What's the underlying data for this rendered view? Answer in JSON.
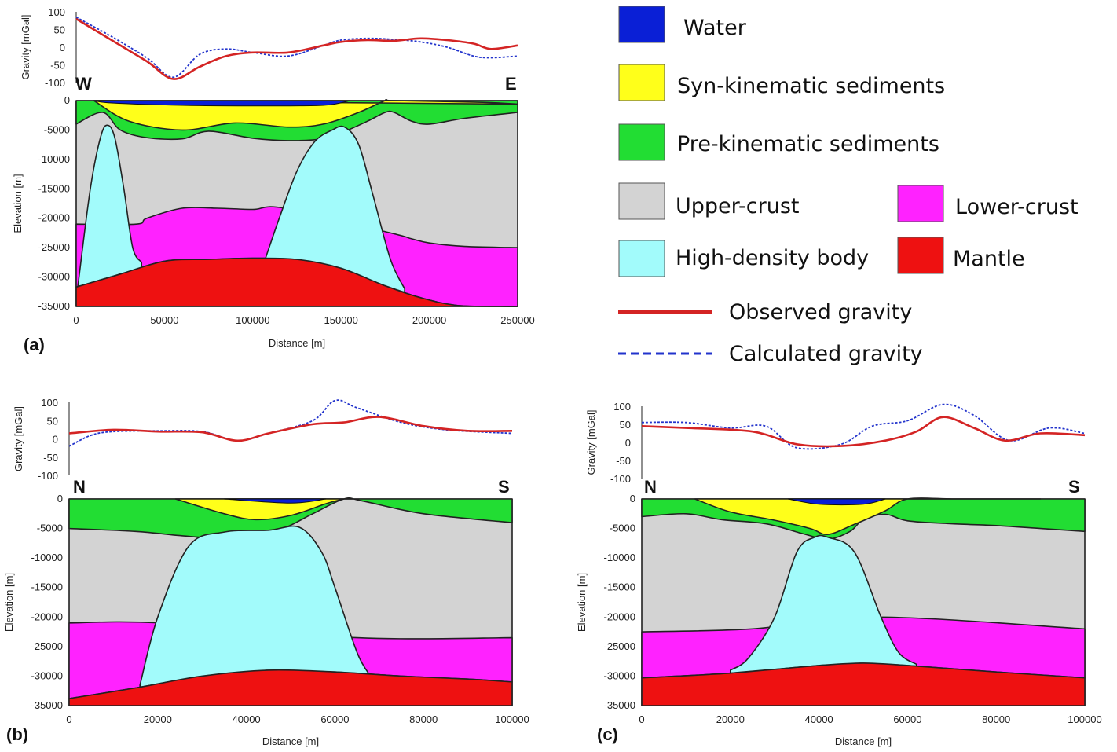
{
  "colors": {
    "water": "#0a1fd6",
    "syn": "#ffff1a",
    "pre": "#22dd33",
    "upper": "#d3d3d3",
    "hdb": "#a2fbfb",
    "lower": "#ff22ff",
    "mantle": "#ee1111",
    "observed": "#d42424",
    "calculated": "#2233cc"
  },
  "legend": {
    "water": "Water",
    "syn": "Syn-kinematic sediments",
    "pre": "Pre-kinematic sediments",
    "upper": "Upper-crust",
    "lower": "Lower-crust",
    "hdb": "High-density body",
    "mantle": "Mantle",
    "observed": "Observed gravity",
    "calculated": "Calculated gravity"
  },
  "chart_data": [
    {
      "id": "a",
      "panel_label": "(a)",
      "type": "area",
      "dir_left": "W",
      "dir_right": "E",
      "xlabel": "Distance [m]",
      "ylabel_elev": "Elevation [m]",
      "ylabel_grav": "Gravity [mGal]",
      "xlim": [
        0,
        250000
      ],
      "ylim_elev": [
        -35000,
        0
      ],
      "ylim_grav": [
        -100,
        100
      ],
      "x_ticks": [
        0,
        50000,
        100000,
        150000,
        200000,
        250000
      ],
      "elev_ticks": [
        0,
        -5000,
        -10000,
        -15000,
        -20000,
        -25000,
        -30000,
        -35000
      ],
      "grav_ticks": [
        100,
        50,
        0,
        -50,
        -100
      ],
      "gravity": {
        "observed": {
          "x": [
            0,
            20000,
            40000,
            55000,
            70000,
            85000,
            100000,
            120000,
            140000,
            150000,
            165000,
            180000,
            195000,
            210000,
            225000,
            235000,
            250000
          ],
          "y": [
            80,
            20,
            -40,
            -90,
            -55,
            -25,
            -15,
            -15,
            5,
            15,
            20,
            18,
            25,
            20,
            10,
            -5,
            5
          ]
        },
        "calculated": {
          "x": [
            0,
            20000,
            40000,
            55000,
            70000,
            85000,
            100000,
            120000,
            140000,
            150000,
            165000,
            180000,
            195000,
            210000,
            225000,
            235000,
            250000
          ],
          "y": [
            85,
            30,
            -30,
            -85,
            -20,
            -5,
            -15,
            -25,
            5,
            20,
            25,
            22,
            15,
            0,
            -25,
            -30,
            -25
          ]
        }
      },
      "layers": {
        "water": {
          "top": {
            "x": [
              0,
              250000
            ],
            "y": [
              0,
              0
            ]
          },
          "bottom": {
            "x": [
              10000,
              20000,
              60000,
              100000,
              140000,
              155000
            ],
            "y": [
              0,
              -400,
              -800,
              -900,
              -800,
              0
            ]
          }
        },
        "syn": {
          "top": {
            "x": [
              10000,
              155000,
              250000
            ],
            "y": [
              0,
              0,
              0
            ]
          },
          "bottom": {
            "x": [
              10000,
              30000,
              60000,
              90000,
              120000,
              140000,
              160000,
              175000,
              180000,
              230000,
              250000
            ],
            "y": [
              0,
              -3500,
              -5000,
              -3800,
              -4500,
              -4000,
              -2000,
              0,
              0,
              -300,
              -600
            ]
          }
        },
        "pre": {
          "bottom": {
            "x": [
              0,
              15000,
              25000,
              40000,
              60000,
              75000,
              100000,
              120000,
              140000,
              150000,
              165000,
              175000,
              180000,
              190000,
              200000,
              220000,
              250000
            ],
            "y": [
              -4000,
              -2000,
              -5000,
              -6300,
              -6500,
              -5200,
              -6400,
              -6800,
              -6500,
              -5500,
              -3500,
              -2000,
              -2000,
              -3500,
              -4000,
              -3000,
              -2000
            ]
          }
        },
        "hdb": [
          {
            "x": [
              1000,
              8000,
              14000,
              18000,
              22000,
              27000,
              32000,
              37000
            ],
            "y": [
              -31500,
              -15000,
              -6000,
              -4200,
              -6500,
              -15000,
              -25000,
              -27500
            ]
          },
          {
            "x": [
              107000,
              115000,
              125000,
              135000,
              145000,
              152000,
              160000,
              168000,
              178000,
              186000
            ],
            "y": [
              -27000,
              -20000,
              -12000,
              -7000,
              -5000,
              -4500,
              -7500,
              -16000,
              -27000,
              -32000
            ]
          }
        ],
        "lower_top": {
          "x": [
            0,
            34000,
            40000,
            60000,
            80000,
            100000,
            118000,
            178000,
            190000,
            200000,
            220000,
            250000
          ],
          "y": [
            -21000,
            -21000,
            -20000,
            -18300,
            -18300,
            -18500,
            -18300,
            -22500,
            -23500,
            -24200,
            -24800,
            -25000
          ]
        },
        "mantle_top": {
          "x": [
            0,
            25000,
            50000,
            75000,
            100000,
            125000,
            150000,
            175000,
            195000,
            215000,
            240000,
            250000
          ],
          "y": [
            -31700,
            -29500,
            -27300,
            -27000,
            -26800,
            -27000,
            -28500,
            -31500,
            -33500,
            -34800,
            -35000,
            -35000
          ]
        }
      }
    },
    {
      "id": "b",
      "panel_label": "(b)",
      "type": "area",
      "dir_left": "N",
      "dir_right": "S",
      "xlabel": "Distance [m]",
      "ylabel_elev": "Elevation [m]",
      "ylabel_grav": "Gravity [mGal]",
      "xlim": [
        0,
        100000
      ],
      "ylim_elev": [
        -35000,
        0
      ],
      "ylim_grav": [
        -100,
        100
      ],
      "x_ticks": [
        0,
        20000,
        40000,
        60000,
        80000,
        100000
      ],
      "elev_ticks": [
        0,
        -5000,
        -10000,
        -15000,
        -20000,
        -25000,
        -30000,
        -35000
      ],
      "grav_ticks": [
        100,
        50,
        0,
        -50,
        -100
      ],
      "gravity": {
        "observed": {
          "x": [
            0,
            10000,
            20000,
            30000,
            38000,
            45000,
            55000,
            62000,
            70000,
            80000,
            90000,
            100000
          ],
          "y": [
            15,
            25,
            20,
            18,
            -5,
            15,
            40,
            45,
            60,
            35,
            22,
            22
          ]
        },
        "calculated": {
          "x": [
            0,
            5000,
            10000,
            20000,
            30000,
            38000,
            45000,
            55000,
            60000,
            65000,
            75000,
            85000,
            100000
          ],
          "y": [
            -20,
            10,
            20,
            22,
            20,
            -5,
            15,
            50,
            105,
            85,
            45,
            25,
            15
          ]
        }
      },
      "layers": {
        "water": {
          "top": {
            "x": [
              0,
              100000
            ],
            "y": [
              0,
              0
            ]
          },
          "bottom": {
            "x": [
              35000,
              50000,
              58000
            ],
            "y": [
              0,
              -700,
              0
            ]
          }
        },
        "syn": {
          "top": {
            "x": [
              24000,
              62000
            ],
            "y": [
              0,
              0
            ]
          },
          "bottom": {
            "x": [
              24000,
              35000,
              42000,
              50000,
              58000,
              62000
            ],
            "y": [
              0,
              -2500,
              -3500,
              -2800,
              -800,
              0
            ]
          }
        },
        "pre": {
          "bottom": {
            "x": [
              0,
              15000,
              25000,
              32000,
              40000,
              48000,
              55000,
              62000,
              66000,
              80000,
              100000
            ],
            "y": [
              -5000,
              -5500,
              -6200,
              -6500,
              -5700,
              -5000,
              -2500,
              0,
              -300,
              -2500,
              -4000
            ]
          }
        },
        "hdb": [
          {
            "x": [
              16000,
              20000,
              27000,
              35000,
              45000,
              52000,
              57000,
              60000,
              65000,
              68000
            ],
            "y": [
              -31500,
              -20000,
              -8000,
              -5600,
              -5300,
              -4800,
              -9000,
              -15000,
              -26000,
              -30000
            ]
          }
        ],
        "lower_top": {
          "x": [
            0,
            21000,
            65000,
            100000
          ],
          "y": [
            -21000,
            -21000,
            -23500,
            -23500
          ]
        },
        "mantle_top": {
          "x": [
            0,
            15000,
            30000,
            45000,
            60000,
            75000,
            90000,
            100000
          ],
          "y": [
            -33800,
            -32000,
            -30000,
            -29000,
            -29300,
            -30000,
            -30500,
            -31000
          ]
        }
      }
    },
    {
      "id": "c",
      "panel_label": "(c)",
      "type": "area",
      "dir_left": "N",
      "dir_right": "S",
      "xlabel": "Distance [m]",
      "ylabel_elev": "Elevation [m]",
      "ylabel_grav": "Gravity [mGal]",
      "xlim": [
        0,
        100000
      ],
      "ylim_elev": [
        -35000,
        0
      ],
      "ylim_grav": [
        -100,
        100
      ],
      "x_ticks": [
        0,
        20000,
        40000,
        60000,
        80000,
        100000
      ],
      "elev_ticks": [
        0,
        -5000,
        -10000,
        -15000,
        -20000,
        -25000,
        -30000,
        -35000
      ],
      "grav_ticks": [
        100,
        50,
        0,
        -50,
        -100
      ],
      "gravity": {
        "observed": {
          "x": [
            0,
            10000,
            25000,
            35000,
            45000,
            55000,
            62000,
            68000,
            75000,
            82000,
            90000,
            100000
          ],
          "y": [
            45,
            40,
            30,
            -5,
            -10,
            5,
            30,
            70,
            40,
            5,
            25,
            20
          ]
        },
        "calculated": {
          "x": [
            0,
            10000,
            20000,
            28000,
            35000,
            45000,
            52000,
            60000,
            68000,
            75000,
            83000,
            92000,
            100000
          ],
          "y": [
            55,
            55,
            40,
            45,
            -15,
            -5,
            45,
            60,
            105,
            75,
            5,
            40,
            25
          ]
        }
      },
      "layers": {
        "water": {
          "top": {
            "x": [
              0,
              100000
            ],
            "y": [
              0,
              0
            ]
          },
          "bottom": {
            "x": [
              33000,
              40000,
              50000,
              55000
            ],
            "y": [
              0,
              -900,
              -900,
              0
            ]
          }
        },
        "syn": {
          "top": {
            "x": [
              12000,
              100000
            ],
            "y": [
              0,
              0
            ]
          },
          "bottom": {
            "x": [
              12000,
              20000,
              30000,
              38000,
              42000,
              48000,
              55000,
              60000,
              70000,
              78000,
              85000,
              90000
            ],
            "y": [
              0,
              -2200,
              -3600,
              -5000,
              -6000,
              -4300,
              -2000,
              0,
              0,
              0,
              0,
              0
            ]
          }
        },
        "pre": {
          "bottom": {
            "x": [
              0,
              10000,
              18000,
              28000,
              36000,
              42000,
              47000,
              50000,
              55000,
              60000,
              70000,
              80000,
              90000,
              100000
            ],
            "y": [
              -3000,
              -2500,
              -3500,
              -4200,
              -5800,
              -6800,
              -5500,
              -3500,
              -2600,
              -3700,
              -4200,
              -4500,
              -5000,
              -5500
            ]
          }
        },
        "hdb": [
          {
            "x": [
              20000,
              24000,
              30000,
              35000,
              39000,
              42000,
              48000,
              54000,
              58000,
              62000
            ],
            "y": [
              -29000,
              -27000,
              -20000,
              -9000,
              -6500,
              -6500,
              -9000,
              -20000,
              -26000,
              -28000
            ]
          }
        ],
        "lower_top": {
          "x": [
            0,
            25000,
            53000,
            100000
          ],
          "y": [
            -22500,
            -22000,
            -20000,
            -22000
          ]
        },
        "mantle_top": {
          "x": [
            0,
            20000,
            40000,
            50000,
            60000,
            80000,
            100000
          ],
          "y": [
            -30300,
            -29500,
            -28200,
            -27800,
            -28200,
            -29300,
            -30300
          ]
        }
      }
    }
  ]
}
